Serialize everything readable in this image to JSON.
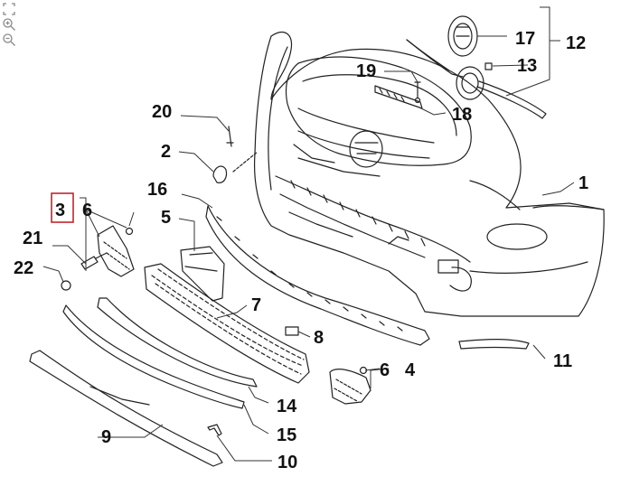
{
  "toolbar": {
    "icons": [
      "fit-page-icon",
      "zoom-in-icon",
      "zoom-out-icon"
    ]
  },
  "diagram": {
    "highlighted_part": "3",
    "highlight_color": "#c0262c",
    "line_color": "#222222",
    "callouts": [
      "1",
      "2",
      "3",
      "4",
      "5",
      "6",
      "6",
      "7",
      "8",
      "9",
      "10",
      "11",
      "12",
      "13",
      "14",
      "15",
      "16",
      "17",
      "18",
      "19",
      "20",
      "21",
      "22"
    ]
  }
}
